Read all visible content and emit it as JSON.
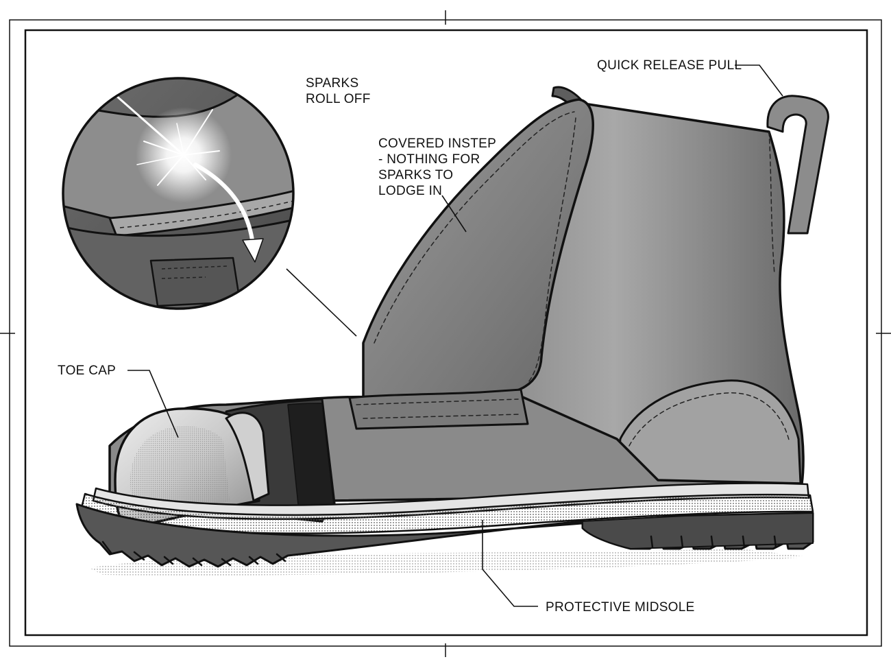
{
  "labels": {
    "sparks_roll_off": "SPARKS\nROLL OFF",
    "quick_release_pull": "QUICK RELEASE PULL",
    "covered_instep": "COVERED INSTEP\n- NOTHING FOR\nSPARKS TO\nLODGE IN",
    "toe_cap": "TOE CAP",
    "protective_midsole": "PROTECTIVE MIDSOLE"
  },
  "colors": {
    "ink": "#111111",
    "leather_light": "#bdbdbd",
    "leather_mid": "#8f8f8f",
    "leather_dark": "#4a4a4a",
    "sole": "#5a5a5a",
    "midsole": "#d6d6d6",
    "paper": "#ffffff"
  }
}
